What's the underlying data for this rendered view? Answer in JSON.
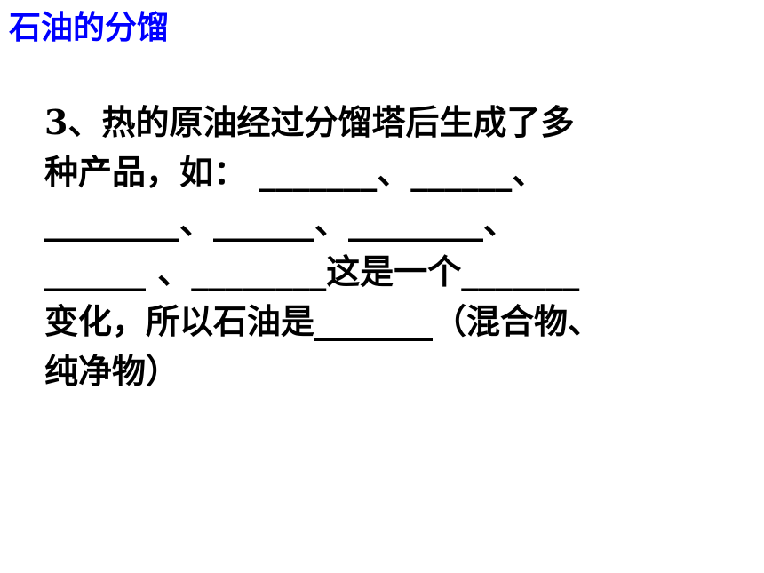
{
  "slide": {
    "title": "石油的分馏"
  },
  "question": {
    "lines": [
      "3、热的原油经过分馏塔后生成了多",
      "种产品，如： _______、______、",
      "________、______、________、",
      "______ 、________这是一个_______",
      "变化，所以石油是_______（混合物、",
      "纯净物）"
    ]
  },
  "colors": {
    "title": "#0000ff",
    "text": "#000000",
    "background": "#ffffff"
  }
}
